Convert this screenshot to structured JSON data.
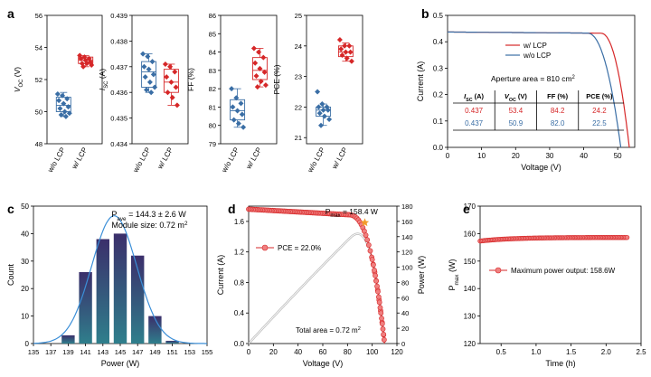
{
  "colors": {
    "red": "#d62728",
    "blue": "#3a6ea5",
    "purple_dark": "#3b2f6b",
    "teal": "#2f7f8c",
    "fit_blue": "#3b8fd8",
    "orange": "#f29c2b",
    "gray": "#7f7f7f"
  },
  "chart_data": [
    {
      "id": "a1",
      "panel_label": "a",
      "type": "box",
      "ylabel_main": "V",
      "ylabel_sub": "OC",
      "ylabel_unit": " (V)",
      "ylim": [
        48,
        56
      ],
      "yticks": [
        "48",
        "50",
        "52",
        "54",
        "56"
      ],
      "categories": [
        "w/o LCP",
        "w/ LCP"
      ],
      "series": [
        {
          "category": "w/o LCP",
          "color": "#3a6ea5",
          "box": [
            50.0,
            50.4,
            50.9
          ],
          "whisker": [
            49.7,
            51.2
          ],
          "points": [
            51.1,
            51.0,
            50.8,
            50.7,
            50.5,
            50.3,
            50.2,
            50.0,
            49.9,
            49.8,
            49.7
          ]
        },
        {
          "category": "w/ LCP",
          "color": "#d62728",
          "box": [
            53.0,
            53.2,
            53.4
          ],
          "whisker": [
            52.8,
            53.5
          ],
          "points": [
            53.5,
            53.4,
            53.3,
            53.3,
            53.2,
            53.1,
            53.0,
            53.0,
            52.9,
            52.8
          ]
        }
      ]
    },
    {
      "id": "a2",
      "type": "box",
      "ylabel_main": "I",
      "ylabel_sub": "SC",
      "ylabel_unit": " (A)",
      "ylim": [
        0.434,
        0.439
      ],
      "yticks": [
        "0.434",
        "0.435",
        "0.436",
        "0.437",
        "0.438",
        "0.439"
      ],
      "categories": [
        "w/o LCP",
        "w/ LCP"
      ],
      "series": [
        {
          "category": "w/o LCP",
          "color": "#3a6ea5",
          "box": [
            0.4362,
            0.4368,
            0.4372
          ],
          "whisker": [
            0.436,
            0.4375
          ],
          "points": [
            0.4375,
            0.4374,
            0.4372,
            0.437,
            0.4369,
            0.4367,
            0.4366,
            0.4364,
            0.4362,
            0.4361,
            0.436
          ]
        },
        {
          "category": "w/ LCP",
          "color": "#d62728",
          "box": [
            0.436,
            0.4364,
            0.4369
          ],
          "whisker": [
            0.4355,
            0.4371
          ],
          "points": [
            0.4371,
            0.437,
            0.4368,
            0.4366,
            0.4364,
            0.4362,
            0.436,
            0.4358,
            0.4355
          ]
        }
      ]
    },
    {
      "id": "a3",
      "type": "box",
      "ylabel_main": "FF (%)",
      "ylabel_sub": "",
      "ylabel_unit": "",
      "ylim": [
        79,
        86
      ],
      "yticks": [
        "79",
        "80",
        "81",
        "82",
        "83",
        "84",
        "85",
        "86"
      ],
      "categories": [
        "w/o LCP",
        "w/ LCP"
      ],
      "series": [
        {
          "category": "w/o LCP",
          "color": "#3a6ea5",
          "box": [
            80.3,
            80.8,
            81.4
          ],
          "whisker": [
            79.9,
            82.0
          ],
          "points": [
            82.0,
            81.5,
            81.2,
            81.0,
            80.8,
            80.6,
            80.3,
            80.1,
            79.9
          ]
        },
        {
          "category": "w/ LCP",
          "color": "#d62728",
          "box": [
            82.5,
            83.0,
            83.7
          ],
          "whisker": [
            82.1,
            84.2
          ],
          "points": [
            84.2,
            84.0,
            83.7,
            83.4,
            83.1,
            82.9,
            82.7,
            82.4,
            82.2,
            82.1
          ]
        }
      ]
    },
    {
      "id": "a4",
      "type": "box",
      "ylabel_main": "PCE (%)",
      "ylabel_sub": "",
      "ylabel_unit": "",
      "ylim": [
        20.8,
        25
      ],
      "yticks": [
        "21",
        "22",
        "23",
        "24",
        "25"
      ],
      "categories": [
        "w/o LCP",
        "w/ LCP"
      ],
      "series": [
        {
          "category": "w/o LCP",
          "color": "#3a6ea5",
          "box": [
            21.7,
            21.9,
            22.0
          ],
          "whisker": [
            21.4,
            22.1
          ],
          "points": [
            22.5,
            22.1,
            22.0,
            22.0,
            21.9,
            21.9,
            21.8,
            21.7,
            21.6,
            21.4
          ]
        },
        {
          "category": "w/ LCP",
          "color": "#d62728",
          "box": [
            23.65,
            23.8,
            24.0
          ],
          "whisker": [
            23.5,
            24.1
          ],
          "points": [
            24.2,
            24.0,
            24.0,
            23.9,
            23.8,
            23.8,
            23.7,
            23.6,
            23.5
          ]
        }
      ]
    },
    {
      "id": "b",
      "panel_label": "b",
      "type": "line",
      "xlabel": "Voltage (V)",
      "ylabel": "Current (A)",
      "xlim": [
        0,
        55
      ],
      "ylim": [
        0,
        0.5
      ],
      "xticks": [
        "0",
        "10",
        "20",
        "30",
        "40",
        "50"
      ],
      "yticks": [
        "0.0",
        "0.1",
        "0.2",
        "0.3",
        "0.4",
        "0.5"
      ],
      "series": [
        {
          "name": "w/ LCP",
          "color": "#d62728",
          "isc": 0.437,
          "voc": 53.4,
          "vm": 45.0
        },
        {
          "name": "w/o LCP",
          "color": "#3a6ea5",
          "isc": 0.437,
          "voc": 50.9,
          "vm": 41.0
        }
      ],
      "annotation": "Aperture area = 810 cm",
      "annotation_sup": "2",
      "table": {
        "headers": [
          {
            "main": "I",
            "sub": "SC",
            "unit": " (A)"
          },
          {
            "main": "V",
            "sub": "OC",
            "unit": " (V)"
          },
          {
            "main": "FF (%)",
            "sub": "",
            "unit": ""
          },
          {
            "main": "PCE (%)",
            "sub": "",
            "unit": ""
          }
        ],
        "rows": [
          {
            "color": "#d62728",
            "cells": [
              "0.437",
              "53.4",
              "84.2",
              "24.2"
            ]
          },
          {
            "color": "#3a6ea5",
            "cells": [
              "0.437",
              "50.9",
              "82.0",
              "22.5"
            ]
          }
        ]
      }
    },
    {
      "id": "c",
      "panel_label": "c",
      "type": "bar",
      "xlabel": "Power (W)",
      "ylabel": "Count",
      "xlim": [
        135,
        155
      ],
      "ylim": [
        0,
        50
      ],
      "xticks": [
        "135",
        "137",
        "139",
        "141",
        "143",
        "145",
        "147",
        "149",
        "151",
        "153",
        "155"
      ],
      "yticks": [
        "0",
        "10",
        "20",
        "30",
        "40",
        "50"
      ],
      "bins": [
        139,
        141,
        143,
        145,
        147,
        149,
        151
      ],
      "values": [
        3,
        26,
        38,
        40,
        32,
        10,
        1
      ],
      "bin_width": 1.5,
      "fit": {
        "mean": 144.3,
        "sd": 2.6,
        "scale": 46.5
      },
      "ann1_prefix": "P",
      "ann1_sub": "ave",
      "ann1_suffix": " = 144.3 ± 2.6 W",
      "ann2": "Module size: 0.72 m",
      "ann2_sup": "2"
    },
    {
      "id": "d",
      "panel_label": "d",
      "type": "line",
      "xlabel": "Voltage (V)",
      "ylabel": "Current (A)",
      "ylabel_right": "Power (W)",
      "xlim": [
        0,
        120
      ],
      "ylim": [
        0,
        1.8
      ],
      "ylim_right": [
        0,
        180
      ],
      "xticks": [
        "0",
        "20",
        "40",
        "60",
        "80",
        "100",
        "120"
      ],
      "yticks": [
        "0.0",
        "0.4",
        "0.8",
        "1.2",
        "1.6"
      ],
      "yticks_right": [
        "0",
        "20",
        "40",
        "60",
        "80",
        "100",
        "120",
        "140",
        "160",
        "180"
      ],
      "series": [
        {
          "name": "PCE = 22.0%",
          "color": "#d62728",
          "isc": 1.76,
          "voc": 110,
          "pmax": 158.4,
          "vmp": 94
        }
      ],
      "pmax_prefix": "P",
      "pmax_sub": "max",
      "pmax_suffix": " = 158.4 W",
      "area_text": "Total area = 0.72 m",
      "area_sup": "2"
    },
    {
      "id": "e",
      "panel_label": "e",
      "type": "scatter",
      "xlabel": "Time (h)",
      "ylabel_main": "P",
      "ylabel_sub": "max",
      "ylabel_unit": " (W)",
      "xlim": [
        0.2,
        2.5
      ],
      "ylim": [
        120,
        170
      ],
      "xticks": [
        "0.5",
        "1.0",
        "1.5",
        "2.0",
        "2.5"
      ],
      "yticks": [
        "120",
        "130",
        "140",
        "150",
        "160",
        "170"
      ],
      "series": [
        {
          "name": "Maximum power output: 158.6W",
          "color": "#d62728",
          "t_start": 0.2,
          "t_end": 2.3,
          "p_start": 157.3,
          "p_end": 158.6
        }
      ]
    }
  ]
}
